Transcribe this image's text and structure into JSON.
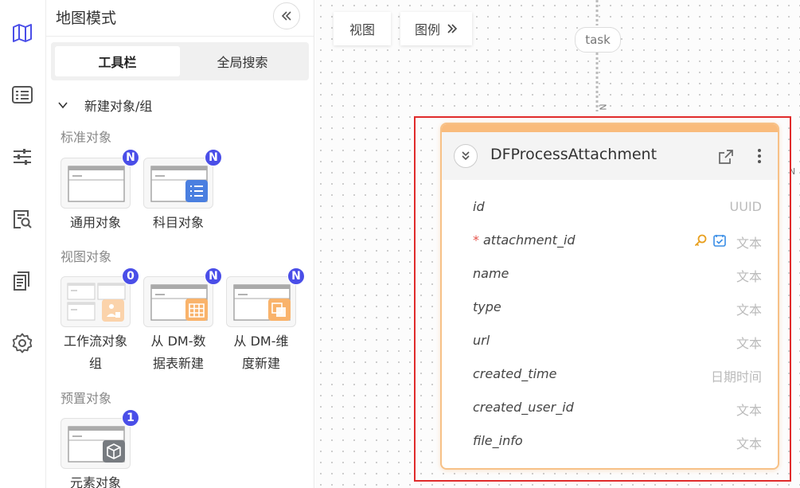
{
  "sidebar_icons": [
    "map-icon",
    "list-icon",
    "sliders-icon",
    "search-doc-icon",
    "pages-icon",
    "gear-icon"
  ],
  "panel": {
    "title": "地图模式",
    "tabs": [
      {
        "label": "工具栏",
        "active": true
      },
      {
        "label": "全局搜索",
        "active": false
      }
    ],
    "group_header": "新建对象/组",
    "sections": [
      {
        "label": "标准对象",
        "tiles": [
          {
            "label": "通用对象",
            "badge": "N"
          },
          {
            "label": "科目对象",
            "badge": "N"
          }
        ]
      },
      {
        "label": "视图对象",
        "tiles": [
          {
            "label_lines": [
              "工作流对象",
              "组"
            ],
            "badge": "0"
          },
          {
            "label_lines": [
              "从 DM-数",
              "据表新建"
            ],
            "badge": "N"
          },
          {
            "label_lines": [
              "从 DM-维",
              "度新建"
            ],
            "badge": "N"
          }
        ]
      },
      {
        "label": "预置对象",
        "tiles": [
          {
            "label": "元素对象",
            "badge": "1"
          }
        ]
      }
    ]
  },
  "canvas": {
    "view_button": "视图",
    "legend_button": "图例",
    "relation_label": "task",
    "relation_marker_top": "N",
    "relation_marker_side": "N",
    "entity": {
      "name": "DFProcessAttachment",
      "accent_color": "#f9bb7c",
      "fields": [
        {
          "name": "id",
          "type": "UUID",
          "required": false
        },
        {
          "name": "attachment_id",
          "type": "文本",
          "required": true,
          "required_mark": "*"
        },
        {
          "name": "name",
          "type": "文本",
          "required": false
        },
        {
          "name": "type",
          "type": "文本",
          "required": false
        },
        {
          "name": "url",
          "type": "文本",
          "required": false
        },
        {
          "name": "created_time",
          "type": "日期时间",
          "required": false
        },
        {
          "name": "created_user_id",
          "type": "文本",
          "required": false
        },
        {
          "name": "file_info",
          "type": "文本",
          "required": false
        }
      ]
    },
    "selection_color": "#e02b2b"
  },
  "colors": {
    "badge": "#4a4ee8",
    "rail_icon": "#4a4ee8",
    "tile_icon_blue": "#4a7fe0",
    "tile_icon_orange": "#f9b36b",
    "tile_icon_gray": "#777b80"
  }
}
